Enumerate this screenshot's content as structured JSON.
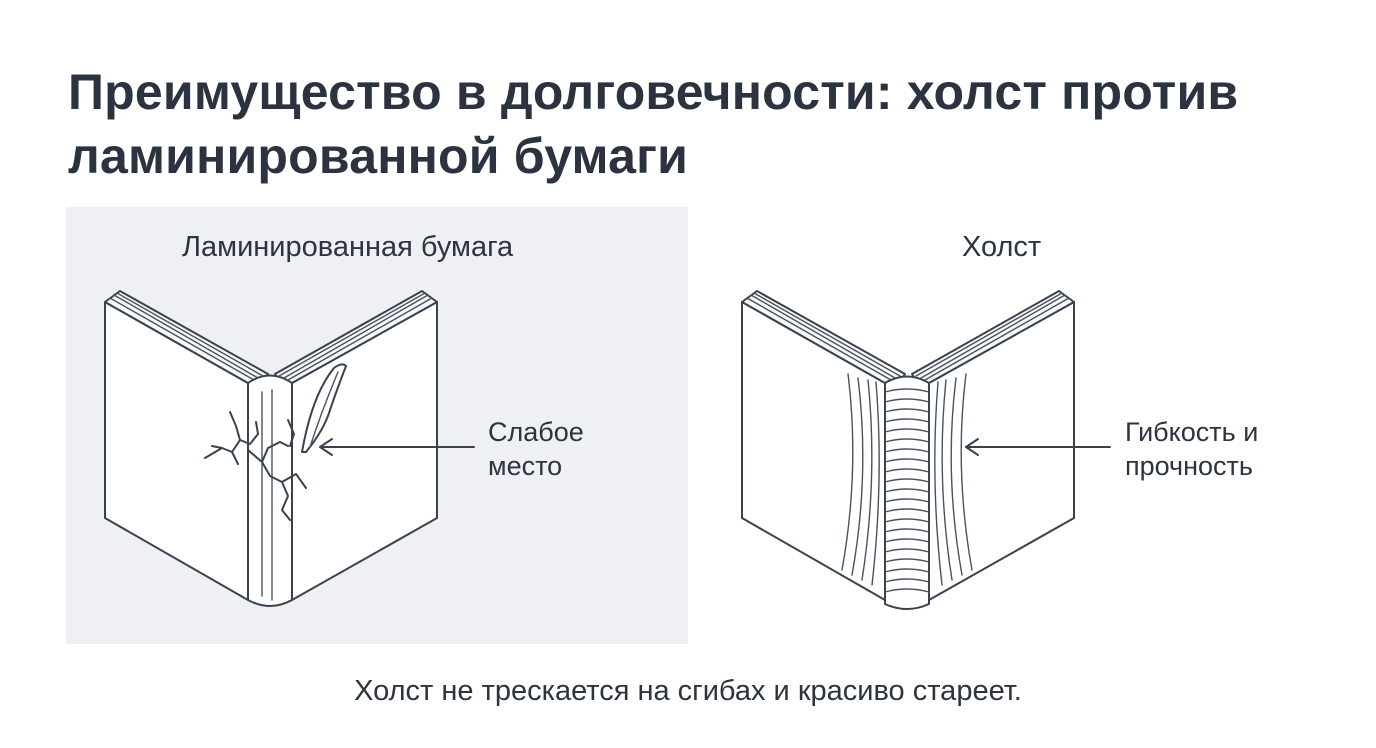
{
  "title_line1": "Преимущество в долговечности: холст против",
  "title_line2": "ламинированной бумаги",
  "left_panel": {
    "heading": "Ламинированная бумага",
    "callout_line1": "Слабое",
    "callout_line2": "место"
  },
  "right_panel": {
    "heading": "Холст",
    "callout_line1": "Гибкость и",
    "callout_line2": "прочность"
  },
  "caption": "Холст не трескается на сгибах и красиво стареет."
}
